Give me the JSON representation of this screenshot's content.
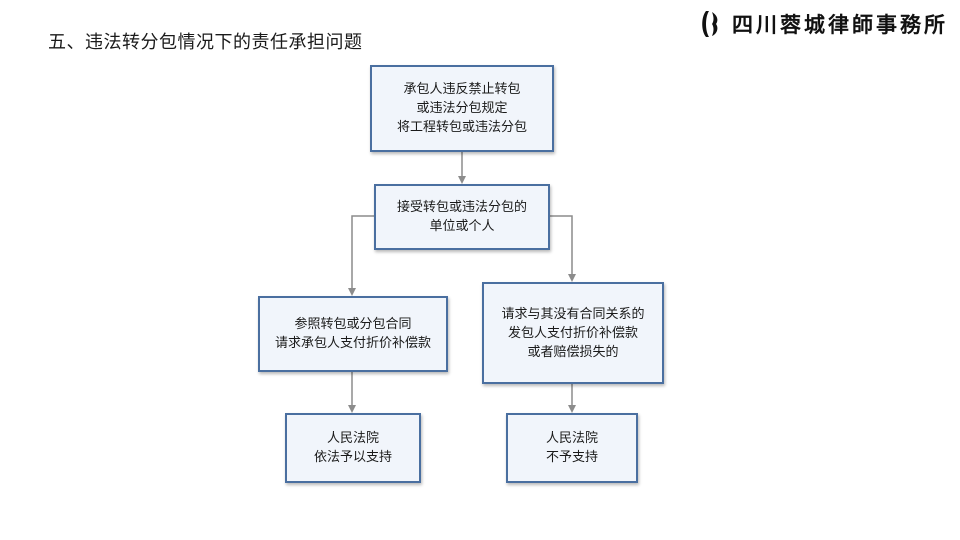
{
  "title": "五、违法转分包情况下的责任承担问题",
  "logo": {
    "text": "四川蓉城律師事務所",
    "icon": "firm-logo-icon"
  },
  "diagram": {
    "nodes": {
      "top": "承包人违反禁止转包\n或违法分包规定\n将工程转包或违法分包",
      "middle": "接受转包或违法分包的\n单位或个人",
      "left": "参照转包或分包合同\n请求承包人支付折价补偿款",
      "right": "请求与其没有合同关系的\n发包人支付折价补偿款\n或者赔偿损失的",
      "left_result": "人民法院\n依法予以支持",
      "right_result": "人民法院\n不予支持"
    },
    "colors": {
      "border": "#4a6fa0",
      "fill": "#f1f5fb",
      "arrow": "#8c8c8c"
    }
  }
}
